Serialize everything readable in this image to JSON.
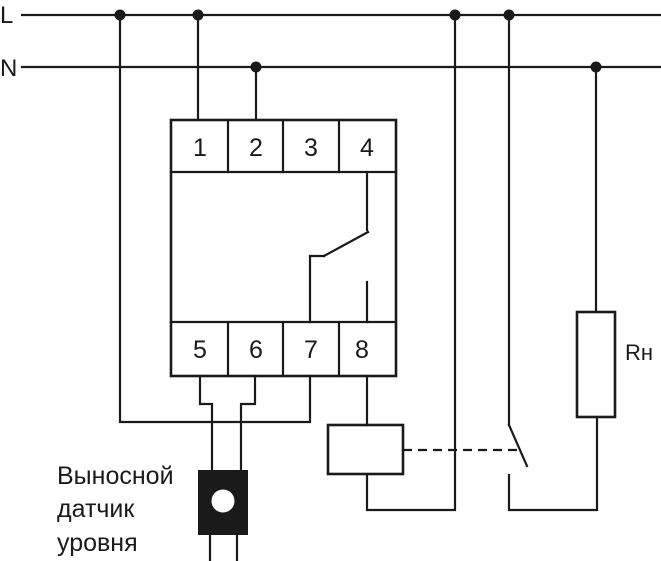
{
  "lines": {
    "l": "L",
    "n": "N"
  },
  "terminals": {
    "top": [
      "1",
      "2",
      "3",
      "4"
    ],
    "bottom": [
      "5",
      "6",
      "7",
      "8"
    ]
  },
  "load": {
    "label": "Rн"
  },
  "sensor": {
    "line1": "Выносной",
    "line2": "датчик",
    "line3": "уровня"
  },
  "colors": {
    "ink": "#1a1a1a",
    "background": "#ffffff"
  }
}
